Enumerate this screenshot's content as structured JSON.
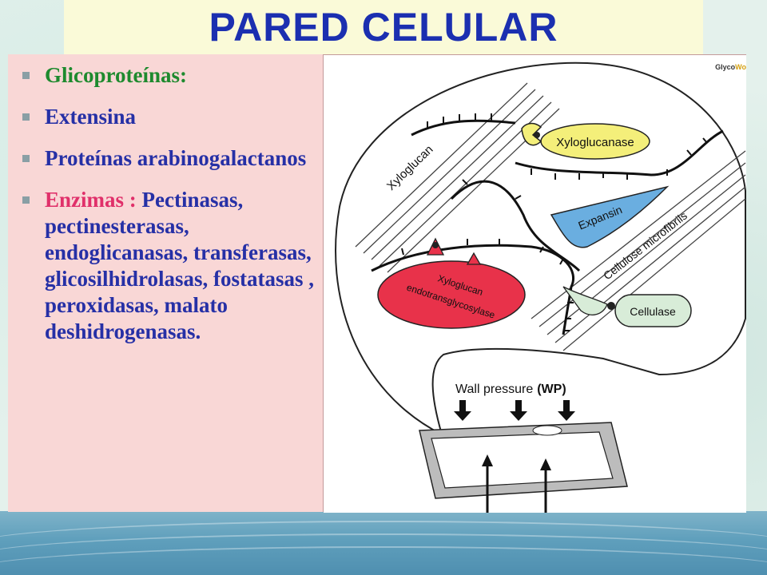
{
  "title": "PARED CELULAR",
  "bullets": {
    "b1": "Glicoproteínas:",
    "b2": "Extensina",
    "b3": "Proteínas arabinogalactanos",
    "b4_label": "Enzimas :",
    "b4_rest": "Pectinasas, pectinesterasas, endoglicanasas, transferasas, glicosilhidrolasas, fostatasas , peroxidasas, malato deshidrogenasas."
  },
  "diagram": {
    "logo_a": "Glyco",
    "logo_b": "Wo",
    "xyloglucan": "Xyloglucan",
    "xyloglucanase": "Xyloglucanase",
    "expansin": "Expansin",
    "cellulose": "Cellulose microfibrils",
    "xet_line1": "Xyloglucan",
    "xet_line2": "endotransglycosylase",
    "cellulase": "Cellulase",
    "wall_pressure": "Wall pressure",
    "wp": "(WP)"
  },
  "colors": {
    "title": "#1b2fb0",
    "bullet_text": "#2630a6",
    "green": "#1e8a2e",
    "pink": "#e0306a",
    "left_panel_bg": "#f9d7d6",
    "xyloglucanase_fill": "#f4ef7a",
    "expansin_fill": "#6aaee0",
    "xet_fill": "#e8324a",
    "cellulase_fill": "#d8ecd8"
  }
}
